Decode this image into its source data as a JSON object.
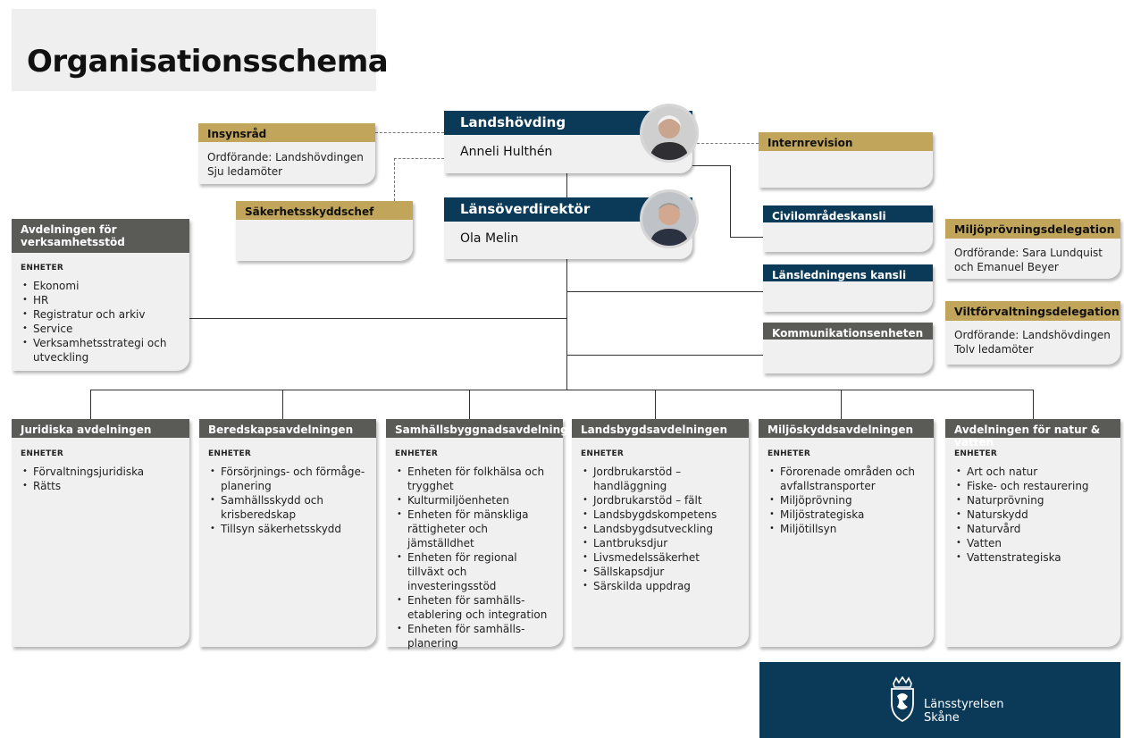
{
  "title": "Organisationsschema",
  "top": {
    "governor": {
      "label": "Landshövding",
      "name": "Anneli Hulthén"
    },
    "director": {
      "label": "Länsöverdirektör",
      "name": "Ola Melin"
    }
  },
  "side_boxes": {
    "insynsrad": {
      "label": "Insynsråd",
      "lines": [
        "Ordförande: Landshövdingen",
        "Sju ledamöter"
      ]
    },
    "sakerhetsskyddschef": {
      "label": "Säkerhetsskyddschef"
    },
    "internrevision": {
      "label": "Internrevision"
    },
    "civilomradeskansli": {
      "label": "Civilområdeskansli"
    },
    "lansledningens_kansli": {
      "label": "Länsledningens kansli"
    },
    "kommunikationsenheten": {
      "label": "Kommunikationsenheten"
    },
    "miljoprovningsdelegation": {
      "label": "Miljöprövningsdelegation",
      "lines": [
        "Ordförande: Sara Lundquist",
        "och Emanuel Beyer"
      ]
    },
    "viltforvaltningsdelegation": {
      "label": "Viltförvaltningsdelegation",
      "lines": [
        "Ordförande: Landshövdingen",
        "Tolv ledamöter"
      ]
    }
  },
  "support": {
    "label_lines": [
      "Avdelningen för",
      "verksamhetsstöd"
    ],
    "units_label": "ENHETER",
    "items": [
      "Ekonomi",
      "HR",
      "Registratur och arkiv",
      "Service",
      "Verksamhetsstrategi och utveckling"
    ]
  },
  "departments": [
    {
      "label": "Juridiska avdelningen",
      "units_label": "ENHETER",
      "items": [
        "Förvaltningsjuridiska",
        "Rätts"
      ]
    },
    {
      "label": "Beredskapsavdelningen",
      "units_label": "ENHETER",
      "items": [
        "Försörjnings- och förmåge-planering",
        "Samhällsskydd och krisberedskap",
        "Tillsyn säkerhetsskydd"
      ]
    },
    {
      "label": "Samhällsbyggnadsavdelningen",
      "units_label": "ENHETER",
      "items": [
        "Enheten för folkhälsa och trygghet",
        "Kulturmiljöenheten",
        "Enheten för mänskliga rättigheter och jämställdhet",
        "Enheten för regional tillväxt och investeringsstöd",
        "Enheten för samhälls-etablering och integration",
        "Enheten för samhälls-planering"
      ]
    },
    {
      "label": "Landsbygdsavdelningen",
      "units_label": "ENHETER",
      "items": [
        "Jordbrukarstöd – handläggning",
        "Jordbrukarstöd – fält",
        "Landsbygdskompetens",
        "Landsbygdsutveckling",
        "Lantbruksdjur",
        "Livsmedelssäkerhet",
        "Sällskapsdjur",
        "Särskilda uppdrag"
      ]
    },
    {
      "label": "Miljöskyddsavdelningen",
      "units_label": "ENHETER",
      "items": [
        "Förorenade områden och avfallstransporter",
        "Miljöprövning",
        "Miljöstrategiska",
        "Miljötillsyn"
      ]
    },
    {
      "label": "Avdelningen för natur & vatten",
      "units_label": "ENHETER",
      "items": [
        "Art och natur",
        "Fiske- och restaurering",
        "Naturprövning",
        "Naturskydd",
        "Naturvård",
        "Vatten",
        "Vattenstrategiska"
      ]
    }
  ],
  "logo": {
    "line1": "Länsstyrelsen",
    "line2": "Skåne"
  },
  "colors": {
    "navy": "#0b3a58",
    "gold": "#c1a55a",
    "gray": "#5a5a57",
    "card": "#f0f0f0"
  }
}
